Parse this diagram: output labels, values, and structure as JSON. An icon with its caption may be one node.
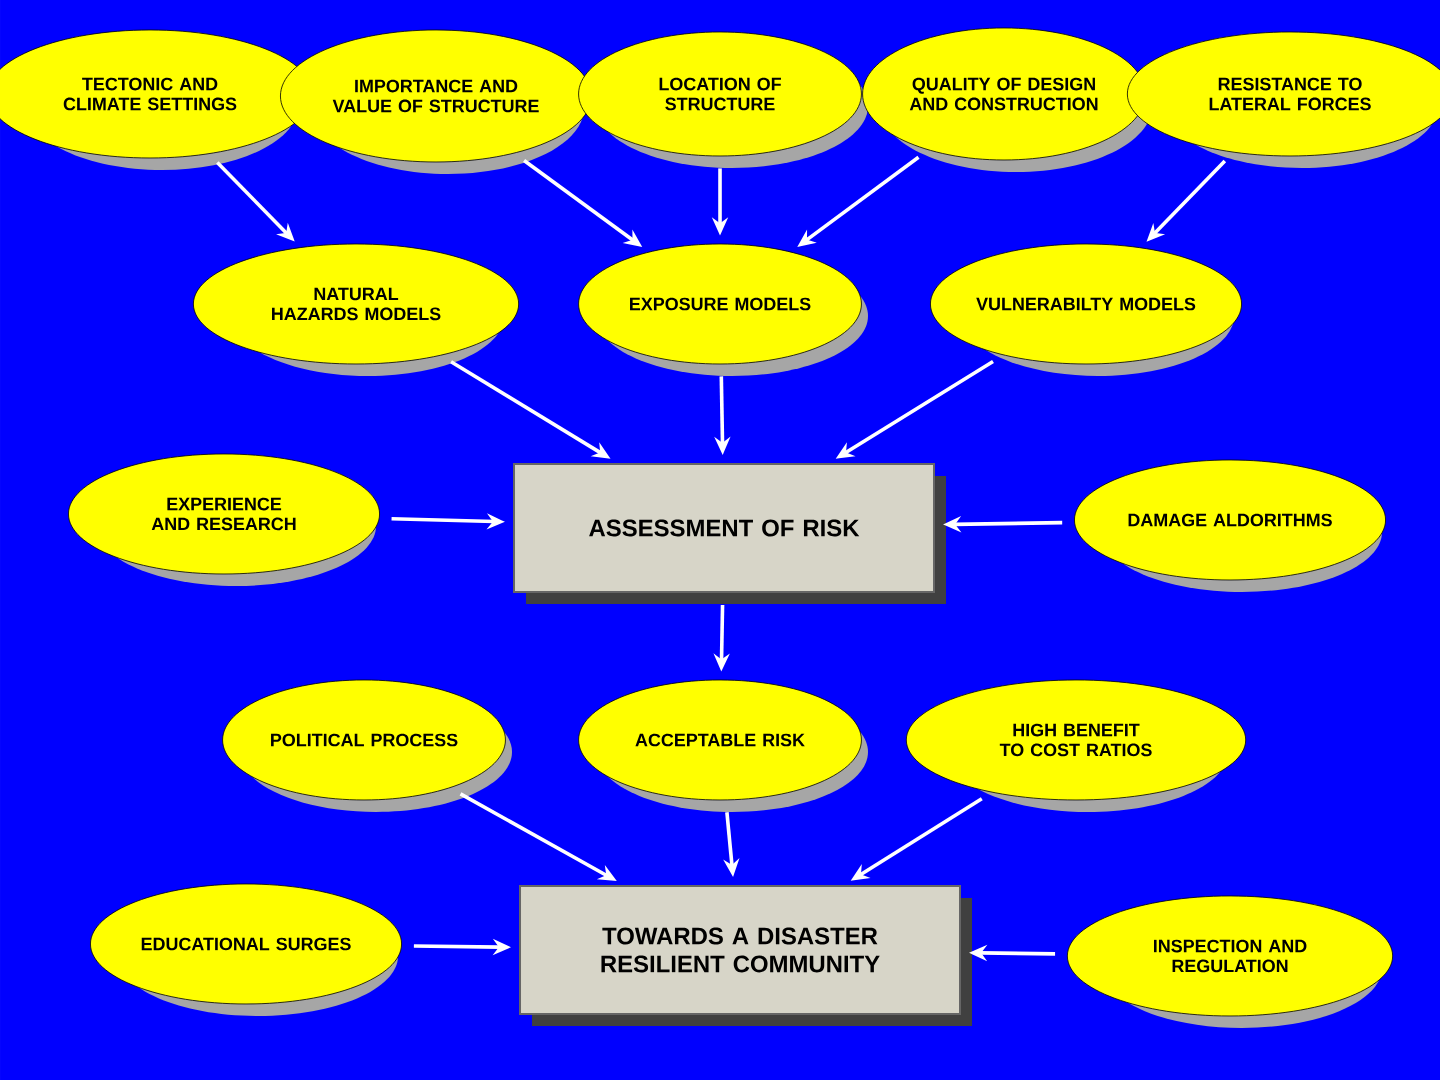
{
  "diagram": {
    "nodes": [
      {
        "text": [
          "TECTONIC AND CLIMATE SETTINGS"
        ]
      },
      {
        "text": [
          "IMPORTANCE AND VALUE OF STRUCTURE"
        ]
      },
      {
        "text": [
          "LOCATION OF STRUCTURE"
        ]
      },
      {
        "text": [
          "QUALITY OF DESIGN AND CONSTRUCTION"
        ]
      },
      {
        "text": [
          "RESISTANCE TO LATERAL FORCES"
        ]
      },
      {
        "text": [
          "NATURAL HAZARDS MODELS"
        ]
      },
      {
        "text": [
          "EXPOSURE MODELS"
        ]
      },
      {
        "text": [
          "VULNERABILTY MODELS"
        ]
      },
      {
        "text": [
          "EXPERIENCE AND RESEARCH"
        ]
      },
      {
        "text": [
          "ASSESSMENT OF RISK"
        ]
      },
      {
        "text": [
          "DAMAGE ALDORITHMS"
        ]
      },
      {
        "text": [
          "POLITICAL PROCESS"
        ]
      },
      {
        "text": [
          "ACCEPTABLE RISK"
        ]
      },
      {
        "text": [
          "HIGH BENEFIT TO COST RATIOS"
        ]
      },
      {
        "text": [
          "EDUCATIONAL SURGES"
        ]
      },
      {
        "text": [
          "TOWARDS A DISASTER RESILIENT COMMUNITY"
        ]
      },
      {
        "text": [
          "INSPECTION AND REGULATION"
        ]
      }
    ],
    "edges": [
      {
        "from": 0,
        "to": 5,
        "arrow": "to"
      },
      {
        "from": 1,
        "to": 6,
        "arrow": "to"
      },
      {
        "from": 2,
        "to": 6,
        "arrow": "to"
      },
      {
        "from": 3,
        "to": 6,
        "arrow": "to"
      },
      {
        "from": 4,
        "to": 7,
        "arrow": "to"
      },
      {
        "from": 5,
        "to": 9,
        "arrow": "to"
      },
      {
        "from": 6,
        "to": 9,
        "arrow": "to"
      },
      {
        "from": 7,
        "to": 9,
        "arrow": "to"
      },
      {
        "from": 8,
        "to": 9,
        "arrow": "to"
      },
      {
        "from": 10,
        "to": 9,
        "arrow": "to"
      },
      {
        "from": 9,
        "to": 12,
        "arrow": "to"
      },
      {
        "from": 11,
        "to": 15,
        "arrow": "to"
      },
      {
        "from": 12,
        "to": 15,
        "arrow": "to"
      },
      {
        "from": 13,
        "to": 15,
        "arrow": "to"
      },
      {
        "from": 14,
        "to": 15,
        "arrow": "to"
      },
      {
        "from": 16,
        "to": 15,
        "arrow": "to"
      }
    ]
  }
}
